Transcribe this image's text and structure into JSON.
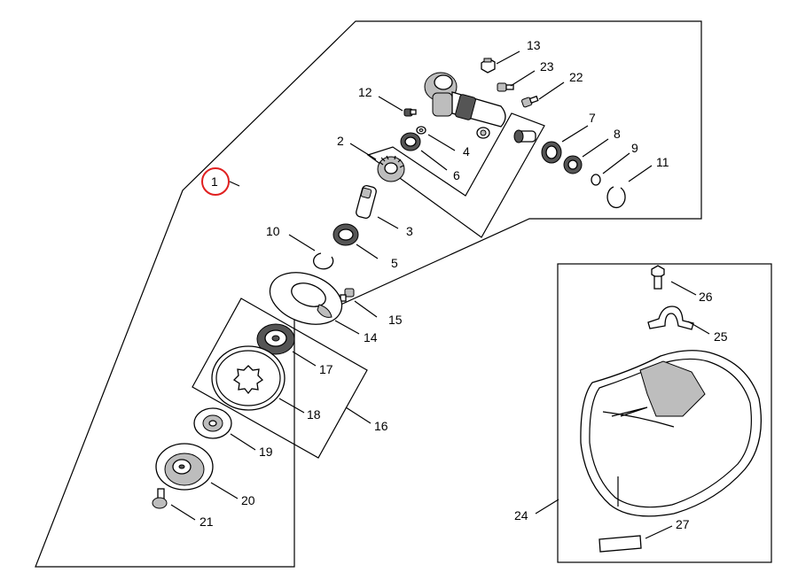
{
  "parts": [
    {
      "num": "1"
    },
    {
      "num": "2"
    },
    {
      "num": "3"
    },
    {
      "num": "4"
    },
    {
      "num": "5"
    },
    {
      "num": "6"
    },
    {
      "num": "7"
    },
    {
      "num": "8"
    },
    {
      "num": "9"
    },
    {
      "num": "10"
    },
    {
      "num": "11"
    },
    {
      "num": "12"
    },
    {
      "num": "13"
    },
    {
      "num": "14"
    },
    {
      "num": "15"
    },
    {
      "num": "16"
    },
    {
      "num": "17"
    },
    {
      "num": "18"
    },
    {
      "num": "19"
    },
    {
      "num": "20"
    },
    {
      "num": "21"
    },
    {
      "num": "22"
    },
    {
      "num": "23"
    },
    {
      "num": "24"
    },
    {
      "num": "25"
    },
    {
      "num": "26"
    },
    {
      "num": "27"
    }
  ],
  "highlight": {
    "part": "1",
    "color": "#e02020"
  }
}
